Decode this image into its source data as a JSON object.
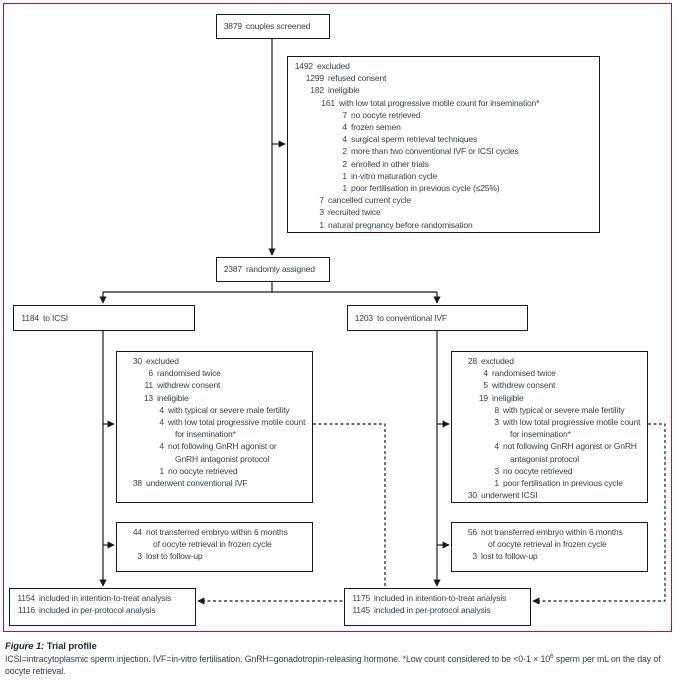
{
  "colors": {
    "accent": "#A61C3C",
    "text": "#39414D",
    "line": "#1A1A1A"
  },
  "boxes": {
    "screened": [
      {
        "n": "3879",
        "t": "couples screened",
        "lvl": 0
      }
    ],
    "excluded_top": [
      {
        "n": "1492",
        "t": "excluded",
        "lvl": 0
      },
      {
        "n": "1299",
        "t": "refused consent",
        "lvl": 1
      },
      {
        "n": "182",
        "t": "ineligible",
        "lvl": 1
      },
      {
        "n": "161",
        "t": "with low total progressive motile count for insemination*",
        "lvl": 2
      },
      {
        "n": "7",
        "t": "no oocyte retrieved",
        "lvl": 3
      },
      {
        "n": "4",
        "t": "frozen semen",
        "lvl": 3
      },
      {
        "n": "4",
        "t": "surgical sperm retrieval techniques",
        "lvl": 3
      },
      {
        "n": "2",
        "t": "more than two conventional IVF or ICSI cycles",
        "lvl": 3
      },
      {
        "n": "2",
        "t": "enrolled in other trials",
        "lvl": 3
      },
      {
        "n": "1",
        "t": "in-vitro maturation cycle",
        "lvl": 3
      },
      {
        "n": "1",
        "t": "poor fertilisation in previous cycle (≤25%)",
        "lvl": 3
      },
      {
        "n": "7",
        "t": "cancelled current cycle",
        "lvl": 1
      },
      {
        "n": "3",
        "t": "recruited twice",
        "lvl": 1
      },
      {
        "n": "1",
        "t": "natural pregnancy before randomisation",
        "lvl": 1
      }
    ],
    "assigned": [
      {
        "n": "2387",
        "t": "randomly assigned",
        "lvl": 0
      }
    ],
    "arm_icsi": [
      {
        "n": "1184",
        "t": "to ICSI",
        "lvl": 0
      }
    ],
    "arm_ivf": [
      {
        "n": "1203",
        "t": "to conventional IVF",
        "lvl": 0
      }
    ],
    "excl_icsi": [
      {
        "n": "30",
        "t": "excluded",
        "lvl": 0
      },
      {
        "n": "6",
        "t": "randomised twice",
        "lvl": 1
      },
      {
        "n": "11",
        "t": "withdrew consent",
        "lvl": 1
      },
      {
        "n": "13",
        "t": "ineligible",
        "lvl": 1
      },
      {
        "n": "4",
        "t": "with typical or severe male fertility",
        "lvl": 2
      },
      {
        "n": "4",
        "t": "with low total progressive motile count",
        "lvl": 2
      },
      {
        "n": "",
        "t": "for insemination*",
        "lvl": 2,
        "cont": true
      },
      {
        "n": "4",
        "t": "not following GnRH agonist or",
        "lvl": 2
      },
      {
        "n": "",
        "t": "GnRH antagonist protocol",
        "lvl": 2,
        "cont": true
      },
      {
        "n": "1",
        "t": "no oocyte retrieved",
        "lvl": 2
      },
      {
        "n": "38",
        "t": "underwent conventional IVF",
        "lvl": 0
      }
    ],
    "excl_ivf": [
      {
        "n": "28",
        "t": "excluded",
        "lvl": 0
      },
      {
        "n": "4",
        "t": "randomised twice",
        "lvl": 1
      },
      {
        "n": "5",
        "t": "withdrew consent",
        "lvl": 1
      },
      {
        "n": "19",
        "t": "ineligible",
        "lvl": 1
      },
      {
        "n": "8",
        "t": "with typical or severe male fertility",
        "lvl": 2
      },
      {
        "n": "3",
        "t": "with low total progressive motile count",
        "lvl": 2
      },
      {
        "n": "",
        "t": "for insemination*",
        "lvl": 2,
        "cont": true
      },
      {
        "n": "4",
        "t": "not following GnRH agonist or GnRH",
        "lvl": 2
      },
      {
        "n": "",
        "t": "antagonist protocol",
        "lvl": 2,
        "cont": true
      },
      {
        "n": "3",
        "t": "no oocyte retrieved",
        "lvl": 2
      },
      {
        "n": "1",
        "t": "poor fertilisation in previous cycle",
        "lvl": 2
      },
      {
        "n": "30",
        "t": "underwent ICSI",
        "lvl": 0
      }
    ],
    "nt_icsi": [
      {
        "n": "44",
        "t": "not transferred embryo within 6 months",
        "lvl": 0
      },
      {
        "n": "",
        "t": "of oocyte retrieval in frozen cycle",
        "lvl": 0,
        "cont": true
      },
      {
        "n": "3",
        "t": "lost to follow-up",
        "lvl": 0
      }
    ],
    "nt_ivf": [
      {
        "n": "56",
        "t": "not transferred embryo within 6 months",
        "lvl": 0
      },
      {
        "n": "",
        "t": "of oocyte retrieval in frozen cycle",
        "lvl": 0,
        "cont": true
      },
      {
        "n": "3",
        "t": "lost to follow-up",
        "lvl": 0
      }
    ],
    "analysis_icsi": [
      {
        "n": "1154",
        "t": "included in intention-to-treat analysis",
        "lvl": 0
      },
      {
        "n": "1116",
        "t": "included in per-protocol analysis",
        "lvl": 0
      }
    ],
    "analysis_ivf": [
      {
        "n": "1175",
        "t": "included in intention-to-treat analysis",
        "lvl": 0
      },
      {
        "n": "1145",
        "t": "included in per-protocol analysis",
        "lvl": 0
      }
    ]
  },
  "caption": {
    "label": "Figure 1:",
    "title": "Trial profile",
    "body_pre": "ICSI=intracytoplasmic sperm injection. IVF=in-vitro fertilisation. GnRH=gonadotropin-releasing hormone. *Low count considered to be <0·1 × 10",
    "body_sup": "6",
    "body_post": " sperm per mL on the day of oocyte retrieval."
  }
}
